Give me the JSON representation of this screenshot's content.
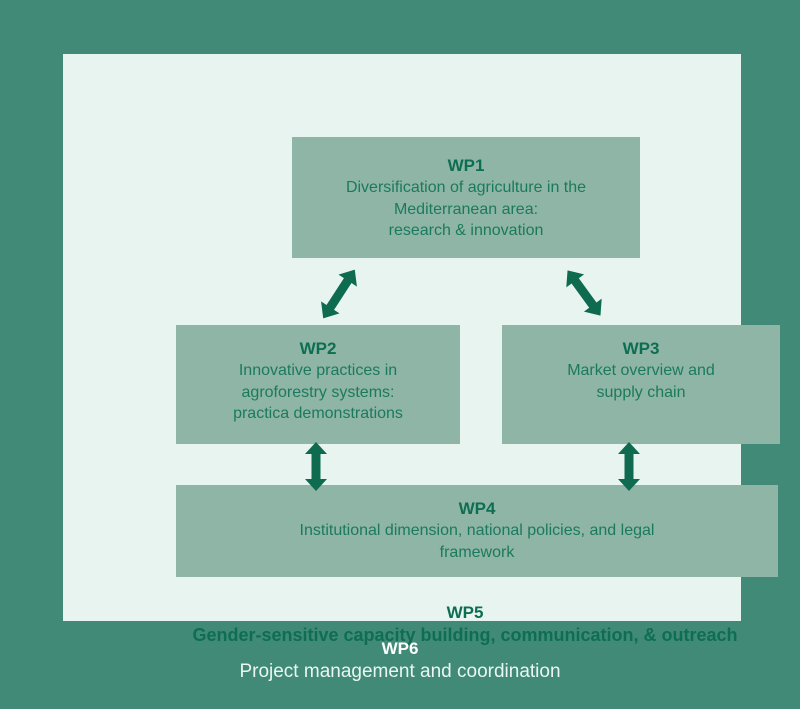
{
  "colors": {
    "outer_background": "#418A77",
    "panel_background": "#E7F4EF",
    "box_fill": "#8FB5A6",
    "arrow_green": "#0E6B50",
    "heading_green": "#0E6E52",
    "body_green": "#1B7A5D",
    "wp6_text": "#FFFFFF"
  },
  "boxes": {
    "wp1": {
      "title": "WP1",
      "text": "Diversification of agriculture in the\nMediterranean area:\nresearch & innovation"
    },
    "wp2": {
      "title": "WP2",
      "text": "Innovative practices in\nagroforestry systems:\npractica demonstrations"
    },
    "wp3": {
      "title": "WP3",
      "text": "Market overview and\nsupply chain"
    },
    "wp4": {
      "title": "WP4",
      "text": "Institutional dimension, national policies, and legal\nframework"
    }
  },
  "wp5": {
    "title": "WP5",
    "subtitle": "Gender-sensitive capacity building, communication, & outreach"
  },
  "wp6": {
    "title": "WP6",
    "subtitle": "Project management and coordination"
  },
  "arrows": [
    {
      "id": "wp1-wp2",
      "type": "double-headed",
      "orientation": "diagonal"
    },
    {
      "id": "wp1-wp3",
      "type": "double-headed",
      "orientation": "diagonal"
    },
    {
      "id": "wp2-wp4",
      "type": "double-headed",
      "orientation": "vertical"
    },
    {
      "id": "wp3-wp4",
      "type": "double-headed",
      "orientation": "vertical"
    }
  ]
}
